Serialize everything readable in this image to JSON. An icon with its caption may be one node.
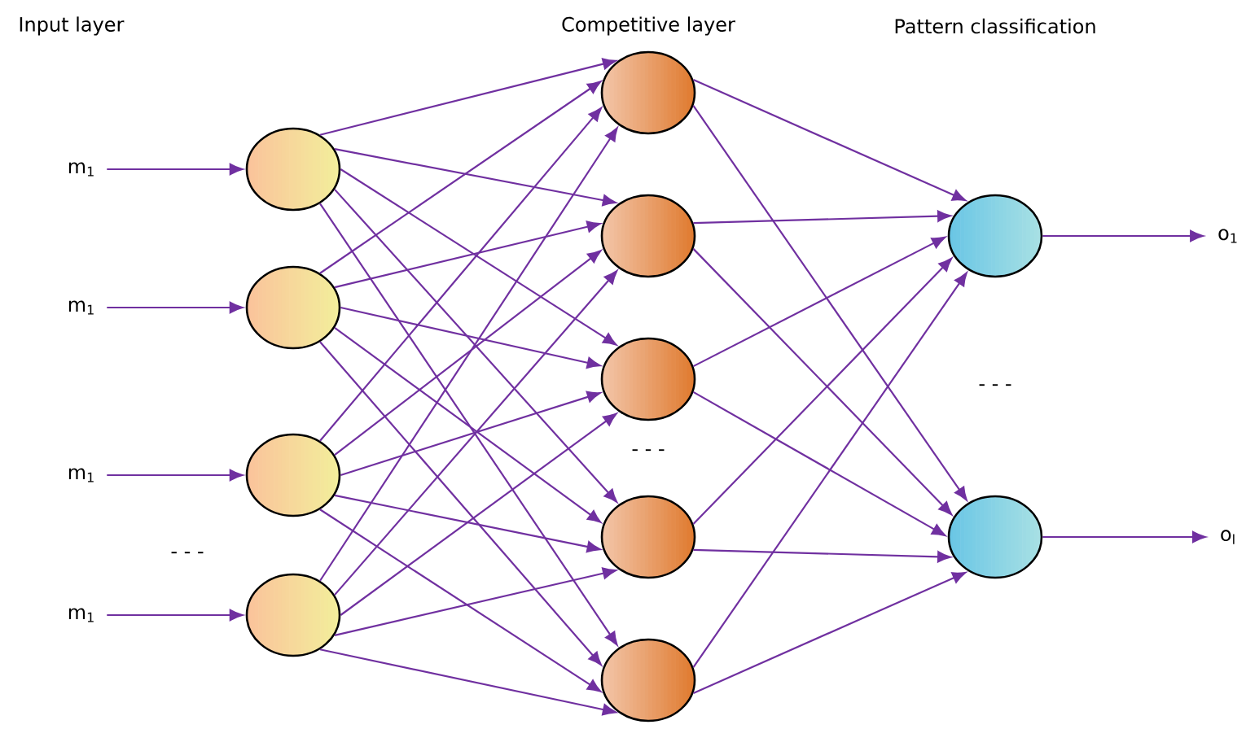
{
  "diagram": {
    "nodes": [
      {
        "text": [
          "m$_{1}$"
        ]
      },
      {
        "text": [
          "m$_{1}$"
        ]
      },
      {
        "text": [
          "m$_{1}$"
        ]
      },
      {
        "text": [
          "m$_{1}$"
        ]
      },
      {
        "text": [],
        "shape": "circle"
      },
      {
        "text": [],
        "shape": "circle"
      },
      {
        "text": [],
        "shape": "circle"
      },
      {
        "text": [],
        "shape": "circle"
      },
      {
        "text": [],
        "shape": "circle"
      },
      {
        "text": [],
        "shape": "circle"
      },
      {
        "text": [],
        "shape": "circle"
      },
      {
        "text": [],
        "shape": "circle"
      },
      {
        "text": [],
        "shape": "circle"
      },
      {
        "text": [],
        "shape": "circle"
      },
      {
        "text": [],
        "shape": "circle"
      },
      {
        "text": [
          "o$_{1}$"
        ]
      },
      {
        "text": [
          "o$_{l}$"
        ]
      }
    ],
    "edges": [
      {
        "from": 0,
        "to": 4,
        "arrow": "to"
      },
      {
        "from": 1,
        "to": 5,
        "arrow": "to"
      },
      {
        "from": 2,
        "to": 6,
        "arrow": "to"
      },
      {
        "from": 3,
        "to": 7,
        "arrow": "to"
      },
      {
        "from": 4,
        "to": 8,
        "arrow": "to"
      },
      {
        "from": 4,
        "to": 9,
        "arrow": "to"
      },
      {
        "from": 4,
        "to": 10,
        "arrow": "to"
      },
      {
        "from": 4,
        "to": 11,
        "arrow": "to"
      },
      {
        "from": 4,
        "to": 12,
        "arrow": "to"
      },
      {
        "from": 5,
        "to": 8,
        "arrow": "to"
      },
      {
        "from": 5,
        "to": 9,
        "arrow": "to"
      },
      {
        "from": 5,
        "to": 10,
        "arrow": "to"
      },
      {
        "from": 5,
        "to": 11,
        "arrow": "to"
      },
      {
        "from": 5,
        "to": 12,
        "arrow": "to"
      },
      {
        "from": 6,
        "to": 8,
        "arrow": "to"
      },
      {
        "from": 6,
        "to": 9,
        "arrow": "to"
      },
      {
        "from": 6,
        "to": 10,
        "arrow": "to"
      },
      {
        "from": 6,
        "to": 11,
        "arrow": "to"
      },
      {
        "from": 6,
        "to": 12,
        "arrow": "to"
      },
      {
        "from": 7,
        "to": 8,
        "arrow": "to"
      },
      {
        "from": 7,
        "to": 9,
        "arrow": "to"
      },
      {
        "from": 7,
        "to": 10,
        "arrow": "to"
      },
      {
        "from": 7,
        "to": 11,
        "arrow": "to"
      },
      {
        "from": 7,
        "to": 12,
        "arrow": "to"
      },
      {
        "from": 8,
        "to": 13,
        "arrow": "to"
      },
      {
        "from": 8,
        "to": 14,
        "arrow": "to"
      },
      {
        "from": 9,
        "to": 13,
        "arrow": "to"
      },
      {
        "from": 9,
        "to": 14,
        "arrow": "to"
      },
      {
        "from": 10,
        "to": 13,
        "arrow": "to"
      },
      {
        "from": 10,
        "to": 14,
        "arrow": "to"
      },
      {
        "from": 11,
        "to": 13,
        "arrow": "to"
      },
      {
        "from": 11,
        "to": 14,
        "arrow": "to"
      },
      {
        "from": 12,
        "to": 13,
        "arrow": "to"
      },
      {
        "from": 12,
        "to": 14,
        "arrow": "to"
      },
      {
        "from": 13,
        "to": 15,
        "arrow": "to"
      },
      {
        "from": 14,
        "to": 16,
        "arrow": "to"
      }
    ],
    "labels": [
      "Input layer",
      "Competitive layer",
      "Pattern classification",
      "- - -",
      "- - -",
      "- - -"
    ]
  }
}
